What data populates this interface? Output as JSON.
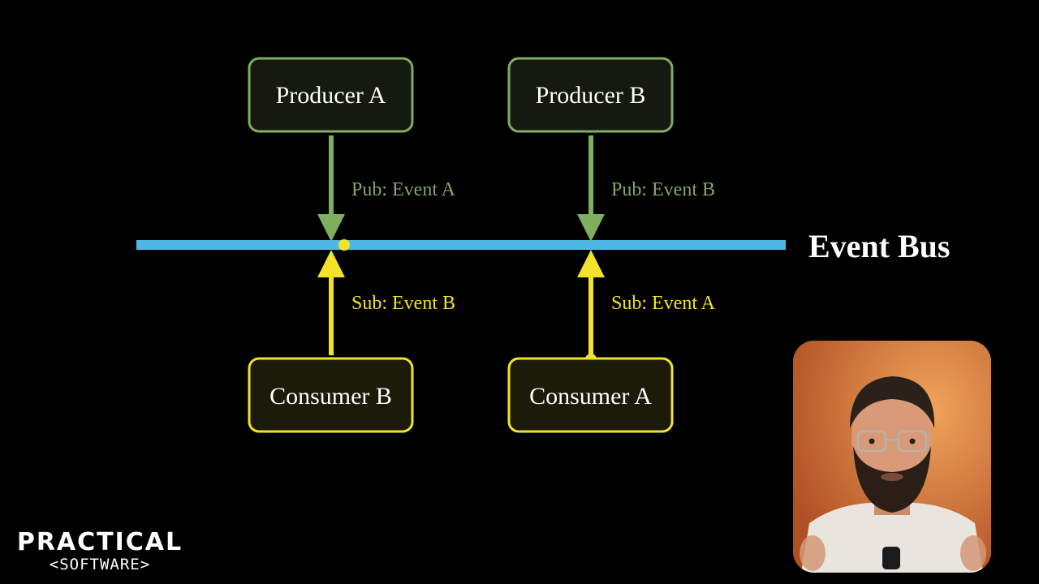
{
  "colors": {
    "background": "#000000",
    "bus": "#4fb7e3",
    "producer": "#7fae5f",
    "producer_fill": "#141a10",
    "producer_text": "#ffffff",
    "consumer": "#f2e22a",
    "consumer_fill": "#1c1a08",
    "pub_label": "#85a46c",
    "sub_label": "#f2e22a",
    "bus_label": "#ffffff"
  },
  "diagram": {
    "bus_label": "Event Bus",
    "nodes": [
      {
        "id": "producer-a",
        "kind": "producer",
        "label": "Producer A"
      },
      {
        "id": "producer-b",
        "kind": "producer",
        "label": "Producer B"
      },
      {
        "id": "consumer-b",
        "kind": "consumer",
        "label": "Consumer B"
      },
      {
        "id": "consumer-a",
        "kind": "consumer",
        "label": "Consumer A"
      }
    ],
    "edges": [
      {
        "from": "producer-a",
        "to": "bus",
        "kind": "pub",
        "label": "Pub: Event A"
      },
      {
        "from": "producer-b",
        "to": "bus",
        "kind": "pub",
        "label": "Pub: Event B"
      },
      {
        "from": "consumer-b",
        "to": "bus",
        "kind": "sub",
        "label": "Sub: Event B"
      },
      {
        "from": "consumer-a",
        "to": "bus",
        "kind": "sub",
        "label": "Sub: Event A"
      }
    ]
  },
  "brand": {
    "name": "PRACTICAL",
    "tagline": "<SOFTWARE>"
  }
}
